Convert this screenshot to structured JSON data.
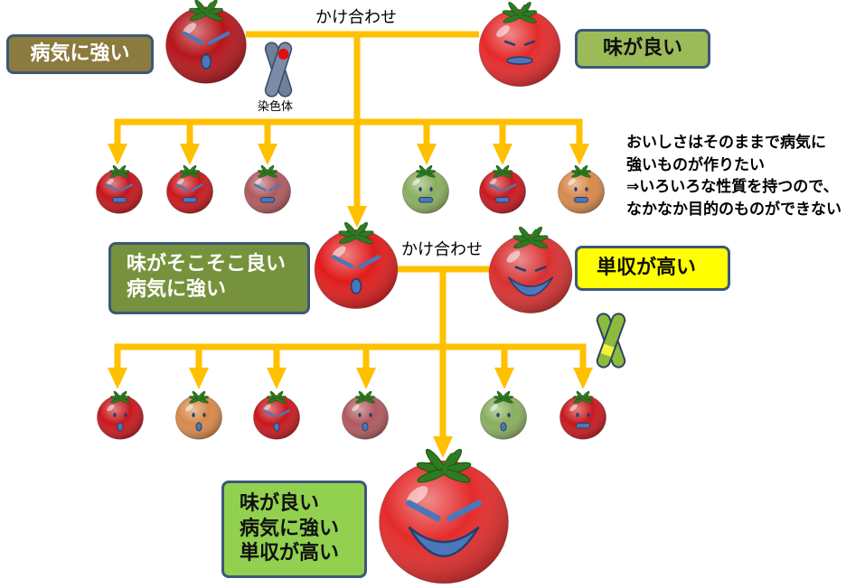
{
  "labels": {
    "parent_disease_trait": "病気に強い",
    "parent_taste_trait": "味が良い",
    "cross_first": "かけ合わせ",
    "chromosome": "染色体",
    "note": [
      "おいしさはそのままで病気に",
      "強いものが作りたい",
      "⇒いろいろな性質を持つので、",
      "なかなか目的のものができない"
    ],
    "selected_traits": [
      "味がそこそこ良い",
      "病気に強い"
    ],
    "cross_second": "かけ合わせ",
    "parent_yield_trait": "単収が高い",
    "final_traits": [
      "味が良い",
      "病気に強い",
      "単収が高い"
    ]
  },
  "colors": {
    "connector": "#FFC000",
    "box_disease": "#8C7B3F",
    "box_taste": "#9BBB59",
    "box_selected": "#76923C",
    "box_yield": "#FFFF00",
    "box_final": "#92D050"
  },
  "tomatoes": {
    "parent_disease": {
      "color": "#B5161B",
      "face": "angry-face"
    },
    "parent_taste": {
      "color": "#E42A2A",
      "face": "content-face"
    },
    "first_generation": [
      {
        "color": "#C4161C",
        "face": "angry-bar-face"
      },
      {
        "color": "#C8181D",
        "face": "angry-bar-face"
      },
      {
        "color": "#B05A5E",
        "face": "angry-bar-face"
      },
      {
        "color": "#8AAE5E",
        "face": "plain-bar-face"
      },
      {
        "color": "#C8181D",
        "face": "angry-bar-face"
      },
      {
        "color": "#D8894A",
        "face": "plain-bar-face"
      }
    ],
    "selected": {
      "color": "#E01C1C",
      "face": "angry-face"
    },
    "parent_yield": {
      "color": "#D93030",
      "face": "big-smile-face"
    },
    "second_generation": [
      {
        "color": "#C8181D",
        "face": "plain-o-face"
      },
      {
        "color": "#D8894A",
        "face": "plain-o-face"
      },
      {
        "color": "#C8181D",
        "face": "angry-face"
      },
      {
        "color": "#B05A5E",
        "face": "plain-o-face"
      },
      {
        "color": "#8AAE5E",
        "face": "plain-o-face"
      },
      {
        "color": "#C8181D",
        "face": "plain-bar-face"
      }
    ],
    "final": {
      "color": "#E42B2B",
      "face": "angry-smile-face"
    }
  }
}
